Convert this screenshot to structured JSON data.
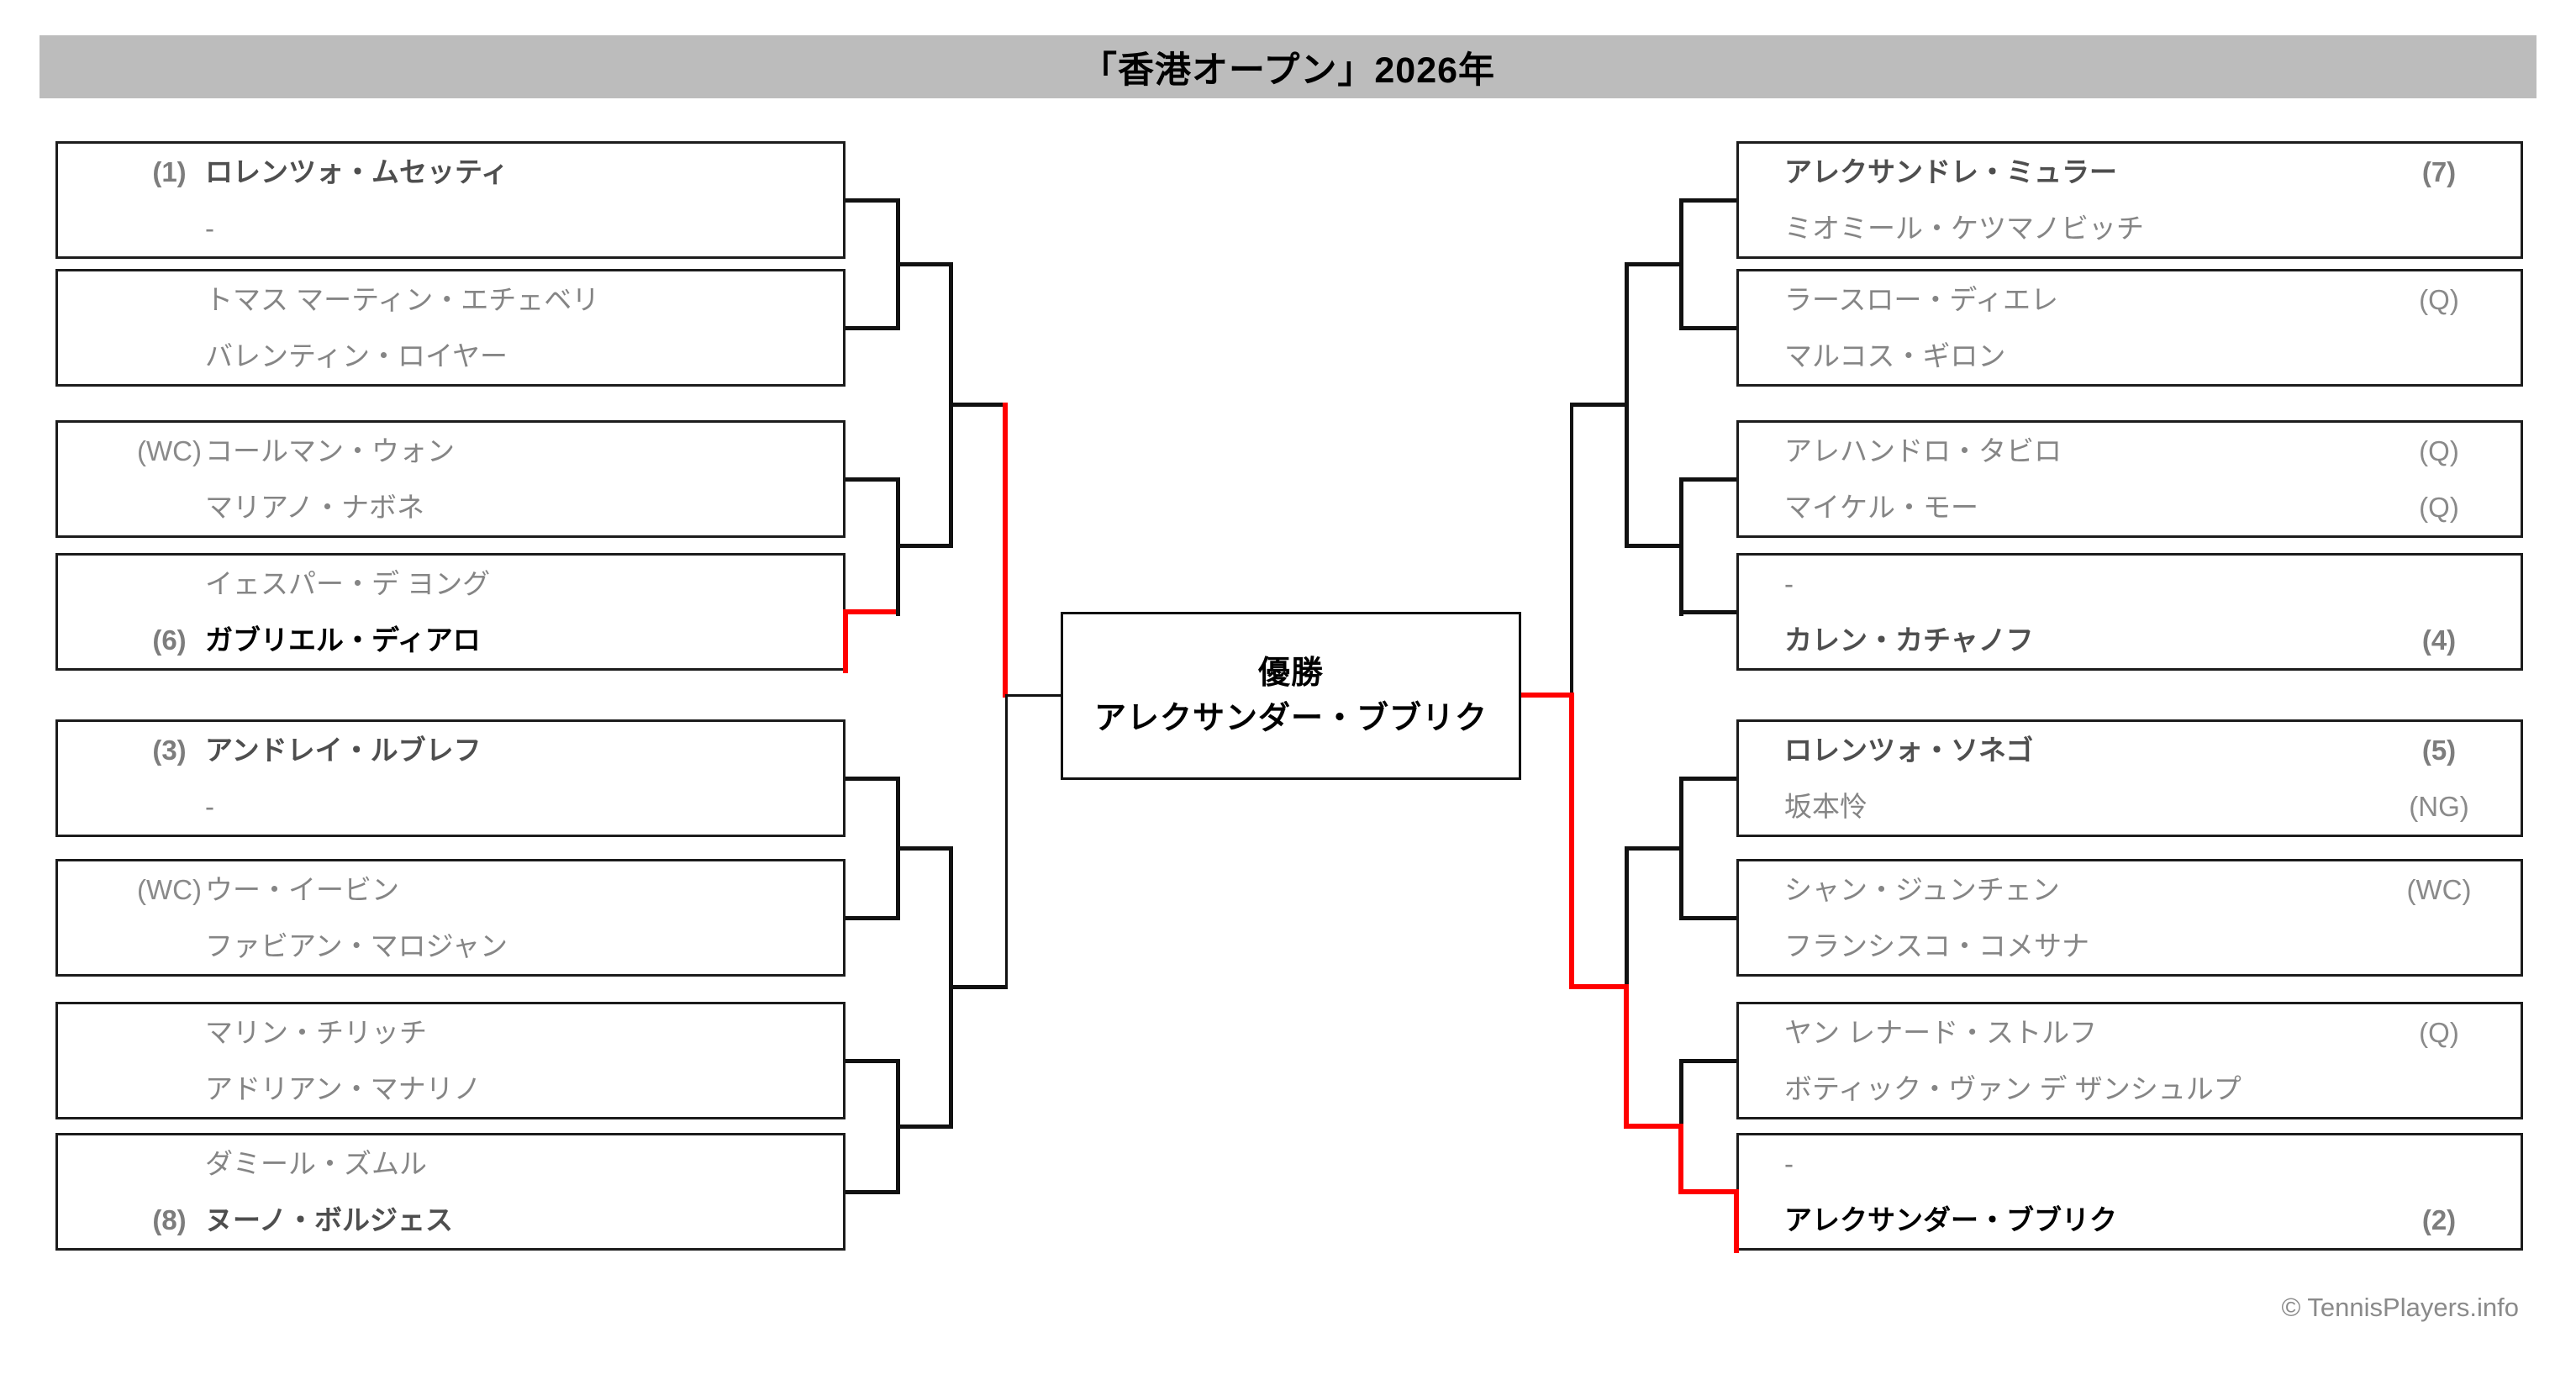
{
  "title": "「香港オープン」2026年",
  "footer": "© TennisPlayers.info",
  "colors": {
    "accent_path": "#ff0000",
    "line": "#111111",
    "band": "#bcbcbc"
  },
  "champion_box": {
    "label": "優勝",
    "name": "アレクサンダー・ブブリク"
  },
  "left_matches": [
    {
      "players": [
        {
          "seed": "(1)",
          "name": "ロレンツォ・ムセッティ",
          "emphasis": "seeded"
        },
        {
          "seed": "",
          "name": "-",
          "emphasis": "none"
        }
      ]
    },
    {
      "players": [
        {
          "seed": "",
          "name": "トマス マーティン・エチェベリ",
          "emphasis": "none"
        },
        {
          "seed": "",
          "name": "バレンティン・ロイヤー",
          "emphasis": "none"
        }
      ]
    },
    {
      "players": [
        {
          "seed": "(WC)",
          "name": "コールマン・ウォン",
          "emphasis": "none"
        },
        {
          "seed": "",
          "name": "マリアノ・ナボネ",
          "emphasis": "none"
        }
      ]
    },
    {
      "players": [
        {
          "seed": "",
          "name": "イェスパー・デ ヨング",
          "emphasis": "none"
        },
        {
          "seed": "(6)",
          "name": "ガブリエル・ディアロ",
          "emphasis": "finalist"
        }
      ]
    },
    {
      "players": [
        {
          "seed": "(3)",
          "name": "アンドレイ・ルブレフ",
          "emphasis": "seeded"
        },
        {
          "seed": "",
          "name": "-",
          "emphasis": "none"
        }
      ]
    },
    {
      "players": [
        {
          "seed": "(WC)",
          "name": "ウー・イービン",
          "emphasis": "none"
        },
        {
          "seed": "",
          "name": "ファビアン・マロジャン",
          "emphasis": "none"
        }
      ]
    },
    {
      "players": [
        {
          "seed": "",
          "name": "マリン・チリッチ",
          "emphasis": "none"
        },
        {
          "seed": "",
          "name": "アドリアン・マナリノ",
          "emphasis": "none"
        }
      ]
    },
    {
      "players": [
        {
          "seed": "",
          "name": "ダミール・ズムル",
          "emphasis": "none"
        },
        {
          "seed": "(8)",
          "name": "ヌーノ・ボルジェス",
          "emphasis": "seeded"
        }
      ]
    }
  ],
  "right_matches": [
    {
      "players": [
        {
          "seed": "(7)",
          "name": "アレクサンドレ・ミュラー",
          "emphasis": "seeded"
        },
        {
          "seed": "",
          "name": "ミオミール・ケツマノビッチ",
          "emphasis": "none"
        }
      ]
    },
    {
      "players": [
        {
          "seed": "(Q)",
          "name": "ラースロー・ディエレ",
          "emphasis": "none"
        },
        {
          "seed": "",
          "name": "マルコス・ギロン",
          "emphasis": "none"
        }
      ]
    },
    {
      "players": [
        {
          "seed": "(Q)",
          "name": "アレハンドロ・タビロ",
          "emphasis": "none"
        },
        {
          "seed": "(Q)",
          "name": "マイケル・モー",
          "emphasis": "none"
        }
      ]
    },
    {
      "players": [
        {
          "seed": "",
          "name": "-",
          "emphasis": "none"
        },
        {
          "seed": "(4)",
          "name": "カレン・カチャノフ",
          "emphasis": "seeded"
        }
      ]
    },
    {
      "players": [
        {
          "seed": "(5)",
          "name": "ロレンツォ・ソネゴ",
          "emphasis": "seeded"
        },
        {
          "seed": "(NG)",
          "name": "坂本怜",
          "emphasis": "none"
        }
      ]
    },
    {
      "players": [
        {
          "seed": "(WC)",
          "name": "シャン・ジュンチェン",
          "emphasis": "none"
        },
        {
          "seed": "",
          "name": "フランシスコ・コメサナ",
          "emphasis": "none"
        }
      ]
    },
    {
      "players": [
        {
          "seed": "(Q)",
          "name": "ヤン レナード・ストルフ",
          "emphasis": "none"
        },
        {
          "seed": "",
          "name": "ボティック・ヴァン デ ザンシュルプ",
          "emphasis": "none"
        }
      ]
    },
    {
      "players": [
        {
          "seed": "",
          "name": "-",
          "emphasis": "none"
        },
        {
          "seed": "(2)",
          "name": "アレクサンダー・ブブリク",
          "emphasis": "finalist"
        }
      ]
    }
  ]
}
